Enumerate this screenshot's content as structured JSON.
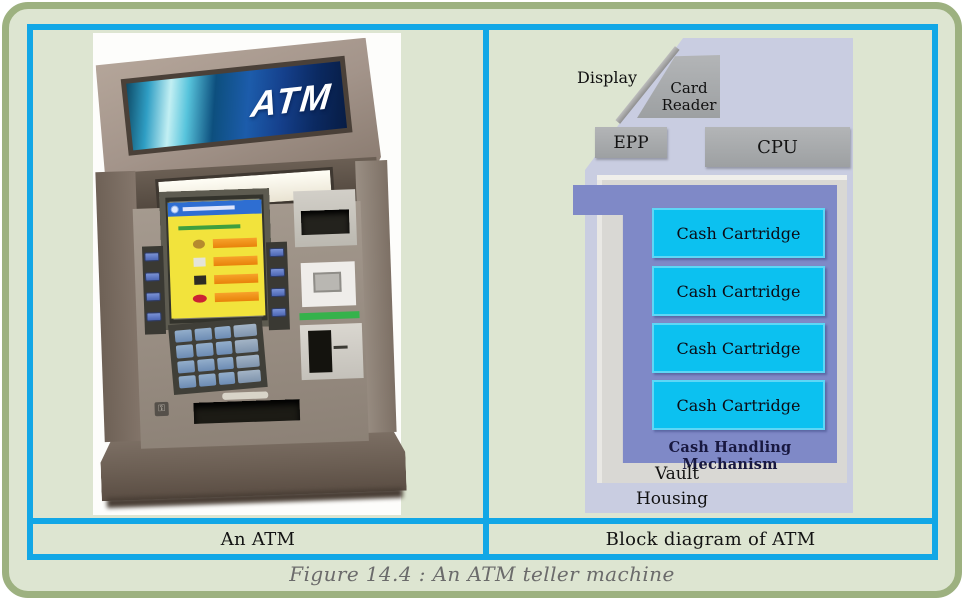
{
  "page": {
    "figure_caption": "Figure 14.4 : An ATM teller machine"
  },
  "left_panel": {
    "caption": "An ATM",
    "sign_text": "ATM"
  },
  "right_panel": {
    "caption": "Block diagram of ATM",
    "display_label": "Display",
    "card_reader_label": "Card Reader",
    "epp_label": "EPP",
    "cpu_label": "CPU",
    "cartridge_labels": [
      "Cash Cartridge",
      "Cash Cartridge",
      "Cash Cartridge",
      "Cash Cartridge"
    ],
    "mechanism_label": "Cash Handling Mechanism",
    "vault_label": "Vault",
    "housing_label": "Housing"
  },
  "colors": {
    "frame_green": "#9db180",
    "page_bg": "#dde5d1",
    "table_border_blue": "#12a7e6",
    "housing_lavender": "#c9cde1",
    "vault_gray": "#d9d8d4",
    "mechanism_periwinkle": "#7f89c7",
    "cartridge_cyan": "#0cc1f0",
    "block_gray": "#a8aaac",
    "screen_yellow": "#f2e33c",
    "figure_caption_gray": "#6b6b6b"
  }
}
